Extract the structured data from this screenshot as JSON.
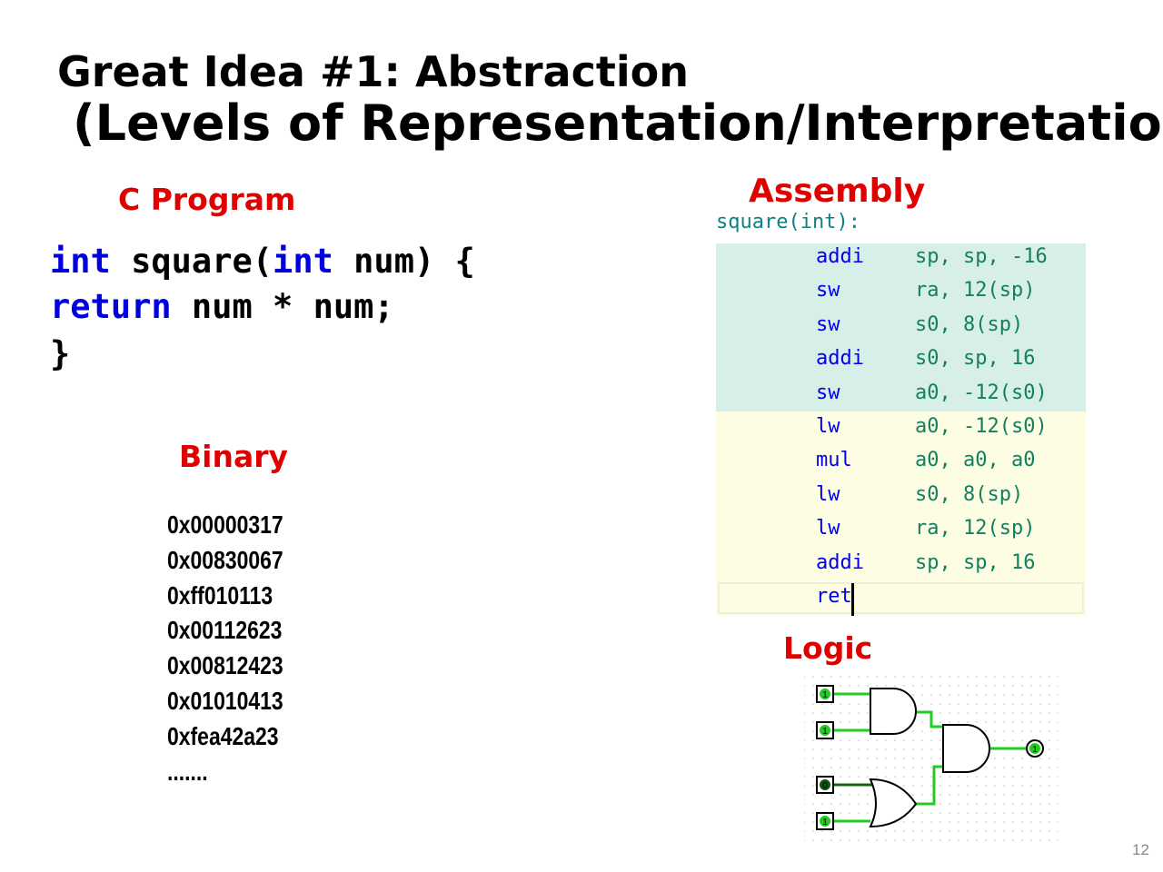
{
  "title": {
    "line1": "Great Idea #1: Abstraction",
    "line2": "(Levels of Representation/Interpretation)"
  },
  "labels": {
    "c": "C Program",
    "asm": "Assembly",
    "bin": "Binary",
    "logic": "Logic"
  },
  "c_code": {
    "kw1": "int",
    "t1": " square(",
    "kw2": "int",
    "t2": " num) {",
    "kw3": "return",
    "t3": " num * num;",
    "t4": "}"
  },
  "binary": [
    "0x00000317",
    "0x00830067",
    "0xff010113",
    "0x00112623",
    "0x00812423",
    "0x01010413",
    "0xfea42a23",
    "......."
  ],
  "assembly": {
    "header": "square(int):",
    "rows": [
      {
        "m": "addi",
        "o": "sp, sp, -16"
      },
      {
        "m": "sw",
        "o": "ra, 12(sp)"
      },
      {
        "m": "sw",
        "o": "s0, 8(sp)"
      },
      {
        "m": "addi",
        "o": "s0, sp, 16"
      },
      {
        "m": "sw",
        "o": "a0, -12(s0)"
      },
      {
        "m": "lw",
        "o": "a0, -12(s0)"
      },
      {
        "m": "mul",
        "o": "a0, a0, a0"
      },
      {
        "m": "lw",
        "o": "s0, 8(sp)"
      },
      {
        "m": "lw",
        "o": "ra, 12(sp)"
      },
      {
        "m": "addi",
        "o": "sp, sp, 16"
      },
      {
        "m": "ret",
        "o": ""
      }
    ]
  },
  "logic": {
    "inputs": [
      "1",
      "1",
      "0",
      "1"
    ],
    "output": "1"
  },
  "page_number": "12"
}
